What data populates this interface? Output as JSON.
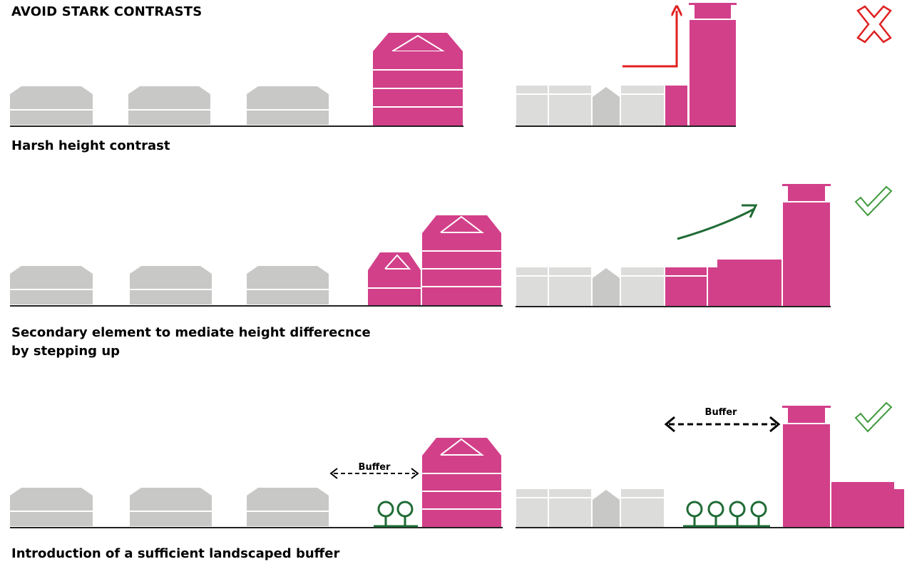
{
  "title": "AVOID STARK CONTRASTS",
  "sections": [
    {
      "caption": "Harsh height contrast",
      "verdict": "avoid",
      "verdict_icon": "red-cross-icon"
    },
    {
      "caption_line1": "Secondary element to mediate height differecnce",
      "caption_line2": "by stepping up",
      "verdict": "good",
      "verdict_icon": "green-check-icon"
    },
    {
      "caption": "Introduction of a sufficient landscaped buffer",
      "verdict": "good",
      "verdict_icon": "green-check-icon",
      "buffer_label_left": "Buffer",
      "buffer_label_right": "Buffer"
    }
  ],
  "colors": {
    "existing_building": "#c8c8c6",
    "existing_building_light": "#dcdcdb",
    "new_building": "#d2408a",
    "ground": "#222222",
    "bad_arrow": "#e02020",
    "good_arrow": "#1f6b35",
    "tree": "#1f6b35",
    "check": "#3f9a3c"
  }
}
